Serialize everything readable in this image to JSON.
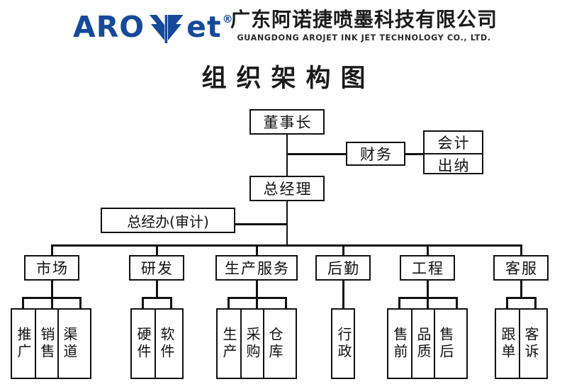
{
  "header": {
    "logo_text_left": "ARO",
    "logo_text_right": "et",
    "logo_mark": "arojet-leaf-icon",
    "registered_mark": "®",
    "brand_color": "#16499a",
    "company_cn": "广东阿诺捷喷墨科技有限公司",
    "company_en": "GUANGDONG AROJET INK JET TECHNOLOGY CO., LTD."
  },
  "title": "组织架构图",
  "chart_data": {
    "type": "diagram",
    "title": "组织架构图",
    "line_color": "#111111",
    "background": "#ffffff",
    "nodes": {
      "chairman": "董事长",
      "finance": "财务",
      "accountant": "会计",
      "cashier": "出纳",
      "general_manager": "总经理",
      "gm_office": "总经办(审计)"
    },
    "departments": [
      {
        "name": "市场",
        "children": [
          "推广",
          "销售",
          "渠道"
        ]
      },
      {
        "name": "研发",
        "children": [
          "硬件",
          "软件"
        ]
      },
      {
        "name": "生产服务",
        "children": [
          "生产",
          "采购",
          "仓库"
        ]
      },
      {
        "name": "后勤",
        "children": [
          "行政"
        ]
      },
      {
        "name": "工程",
        "children": [
          "售前",
          "品质",
          "售后"
        ]
      },
      {
        "name": "客服",
        "children": [
          "跟单",
          "客诉"
        ]
      }
    ]
  }
}
